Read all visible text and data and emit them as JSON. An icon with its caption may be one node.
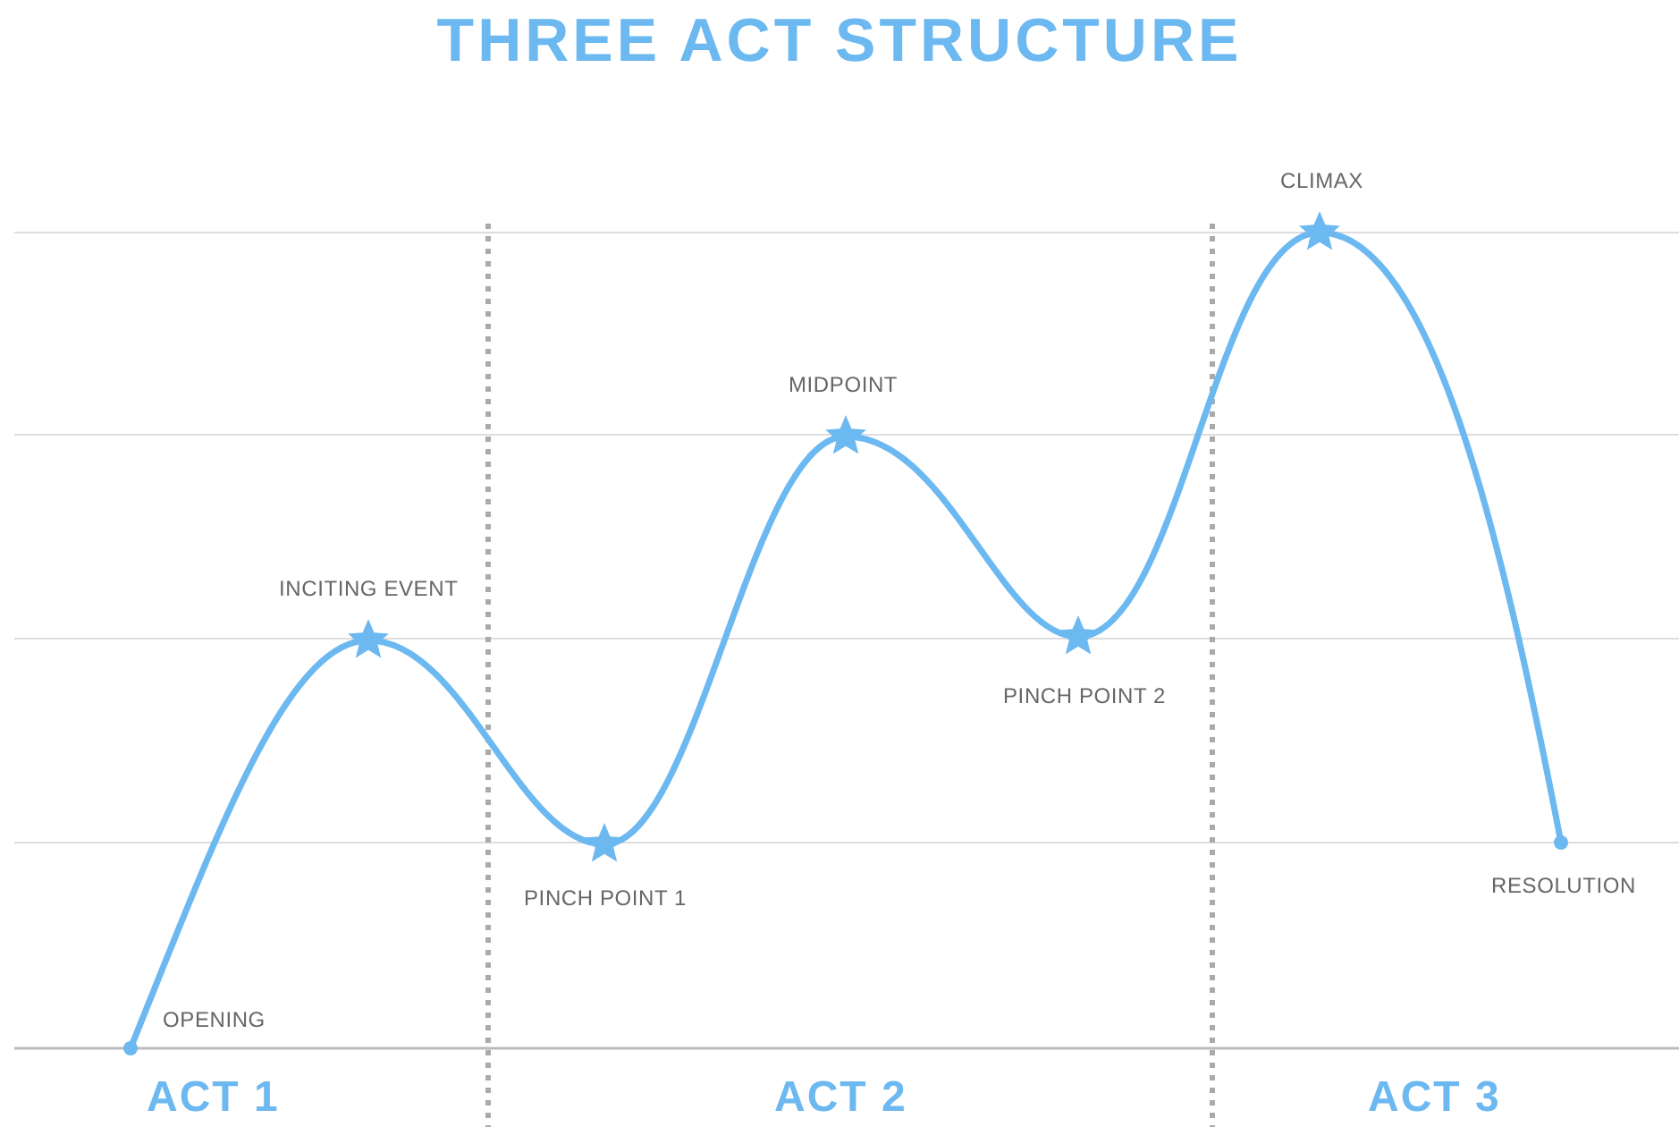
{
  "diagram": {
    "title": "THREE ACT STRUCTURE",
    "labels": [
      "CLIMAX",
      "MIDPOINT",
      "INCITING EVENT",
      "PINCH POINT 2",
      "PINCH POINT 1",
      "RESOLUTION",
      "OPENING",
      "ACT 1",
      "ACT 2",
      "ACT 3"
    ]
  }
}
